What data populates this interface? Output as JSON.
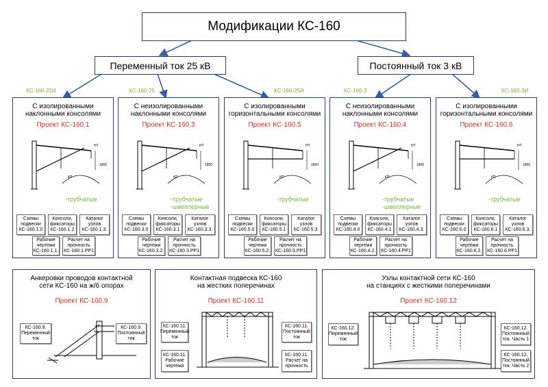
{
  "main_title": "Модификации КС-160",
  "branches": {
    "ac": "Переменный ток 25 кВ",
    "dc": "Постоянный ток 3 кВ"
  },
  "mod_labels": [
    "КС-160-25И",
    "КС-160-25",
    "КС-160-25И",
    "КС-160-3",
    "КС-160-3И"
  ],
  "cards": [
    {
      "title1": "С изолированными",
      "title2": "наклонными консолями",
      "project": "Проект КС-160.1",
      "kind1": "-трубчатые",
      "kind2": "",
      "boxes": [
        "Схемы подвески КС-160.1.0",
        "Консоли, фиксаторы КС-160.1.2",
        "Каталог узлов КС-160.1.3.",
        "Рабочие чертежи КС-160.1.1.",
        "Расчет на прочность КС-160.1.РР1"
      ]
    },
    {
      "title1": "С неизолированными",
      "title2": "наклонными консолями",
      "project": "Проект КС-160.3",
      "kind1": "-трубчатые",
      "kind2": "-швеллерные",
      "boxes": [
        "Схемы подвески КС-160.3.0",
        "Консоли, фиксаторы КС-160.3.1",
        "Каталог узлов КС-160.3.3.",
        "Рабочие чертежи КС-160.3.2.",
        "Расчет на прочность КС-160.3.РР1"
      ]
    },
    {
      "title1": "С изолированными",
      "title2": "горизонтальными консолями",
      "project": "Проект КС-160.5",
      "kind1": "-трубчатые",
      "kind2": "",
      "boxes": [
        "Схемы подвески КС-160.5.0",
        "Консоли, фиксаторы КС-160.5.1",
        "Каталог узлов КС-160.5.3.",
        "Рабочие чертежи КС-160.5.2.",
        "Расчет на прочность КС-160.5.РР1"
      ]
    },
    {
      "title1": "С неизолированными",
      "title2": "наклонными консолями",
      "project": "Проект КС-160.4",
      "kind1": "-трубчатые",
      "kind2": "-швеллерные",
      "boxes": [
        "Схемы подвески КС-160.4.0",
        "Консоли, фиксаторы КС-160.4.1",
        "Каталог узлов КС-160.4.3.",
        "Рабочие чертежи КС-160.4.2.",
        "Расчет на прочность КС-160.4.РР1"
      ]
    },
    {
      "title1": "С изолированными",
      "title2": "горизонтальными консолями",
      "project": "Проект КС-160.6",
      "kind1": "-трубчатые",
      "kind2": "",
      "boxes": [
        "Схемы подвески КС-160.6.0",
        "Консоли, фиксаторы КС-160.6.1",
        "Каталог узлов КС-160.6.3.",
        "Рабочие чертежи КС-160.6.2.",
        "Расчет на прочность КС-160.6.РР1"
      ]
    }
  ],
  "drawing_labels": {
    "nt": "НТ",
    "kp": "КП",
    "height": "1800"
  },
  "bottom": [
    {
      "title1": "Анкеровки проводов контактной",
      "title2": "сети КС-160 на ж/б опорах",
      "project": "Проект КС-160.9",
      "boxes": [
        "КС-160.9. Переменный ток",
        "КС-160.9. Постоянный ток"
      ]
    },
    {
      "title1": "Контактная подвеска КС-160",
      "title2": "на жестких поперечинах",
      "project": "Проект КС-160.11",
      "boxes": [
        "КС-160.11. Переменный ток",
        "КС-160.11. Постоянный ток",
        "КС-160.11. Рабочие чертежи",
        "КС-160.11. Расчет на прочность"
      ]
    },
    {
      "title1": "Узлы контактной сети КС-160",
      "title2": "на станциях с жесткими поперечинами",
      "project": "Проект КС-160.12",
      "boxes": [
        "КС-160.12. Переменный ток",
        "КС-160.12. Постоянный ток. Часть 1",
        "КС-160.12. Постоянный ток. Часть 2"
      ]
    }
  ],
  "colors": {
    "frame": "#1f3d7a",
    "arrow": "#3a5ba8",
    "project": "#e0272d",
    "kind": "#7ab33e"
  }
}
